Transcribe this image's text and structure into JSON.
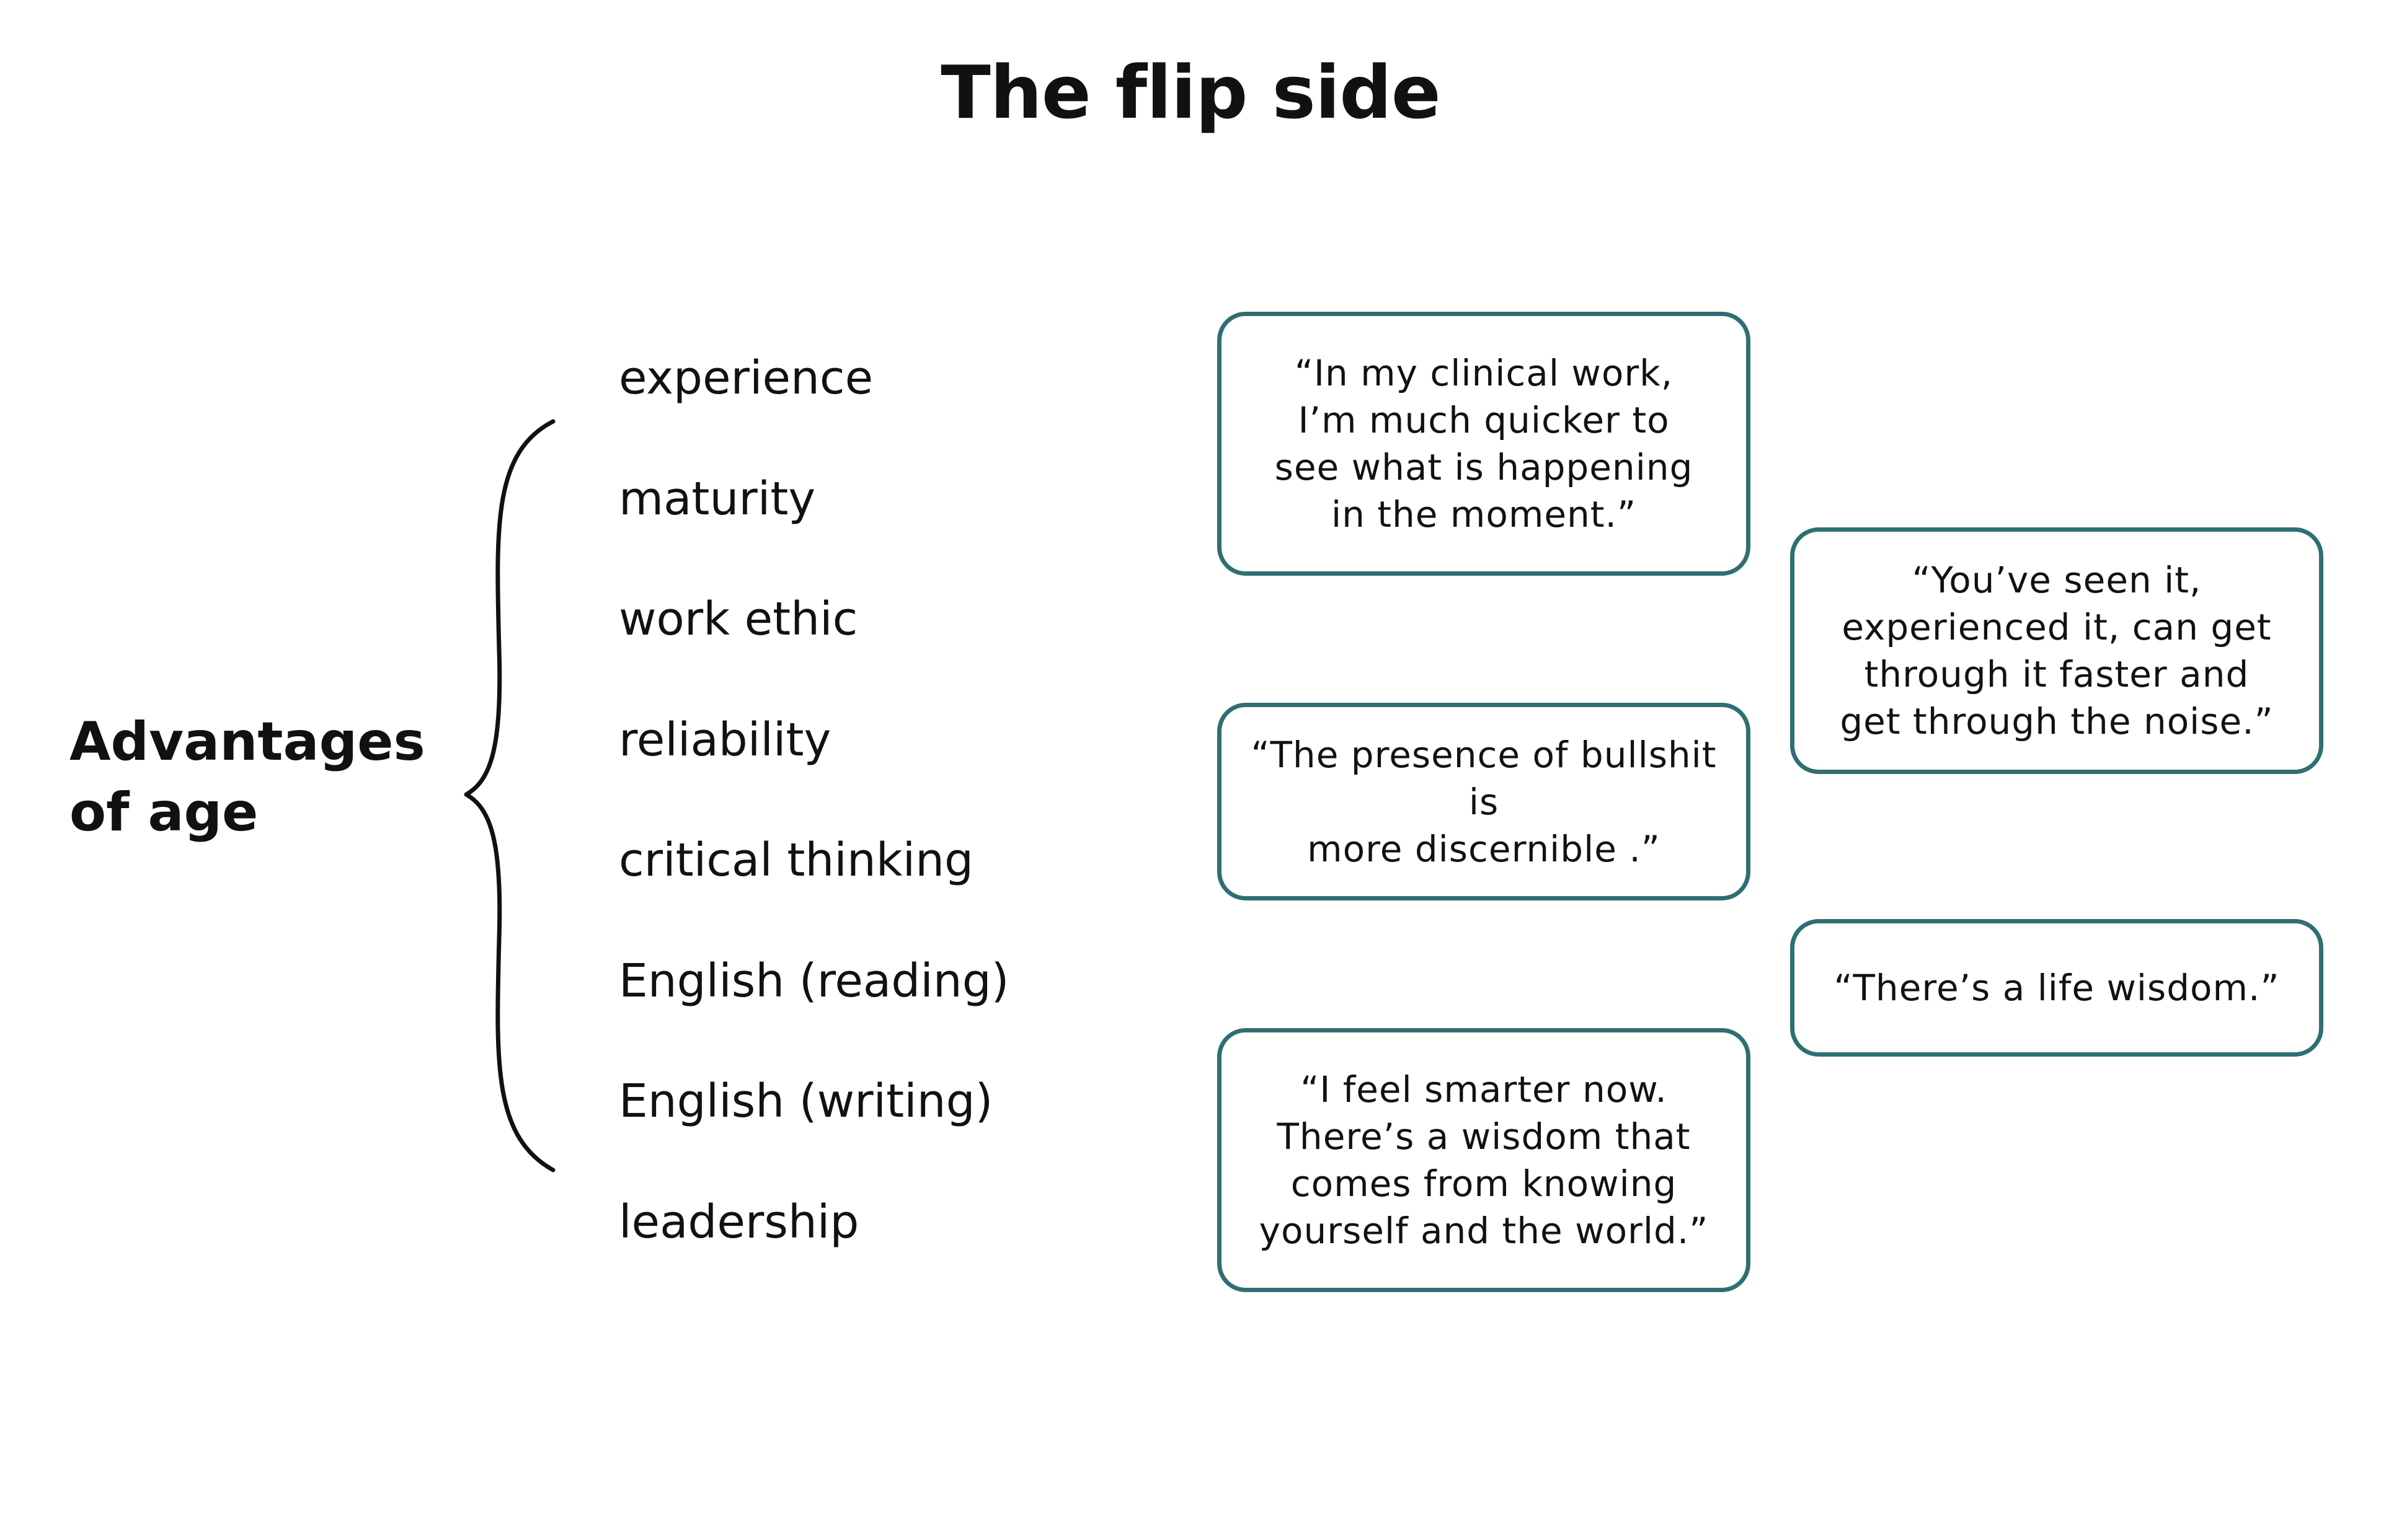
{
  "title": "The flip side",
  "main_label": {
    "line1": "Advantages",
    "line2": "of age"
  },
  "advantages": [
    "experience",
    "maturity",
    "work ethic",
    "reliability",
    "critical thinking",
    "English (reading)",
    "English (writing)",
    "leadership"
  ],
  "quotes": {
    "clinical": "“In my clinical work,\nI’m much quicker to\nsee what is happening\nin the moment.”",
    "seen_it": "“You’ve seen it,\nexperienced it, can get\nthrough it faster and\nget through the noise.”",
    "bullshit": "“The presence of bullshit is\nmore discernible .”",
    "life_wisdom": "“There’s a life wisdom.”",
    "smarter": "“I feel smarter now.\nThere’s a wisdom that\ncomes from knowing\nyourself and the world.”"
  },
  "colors": {
    "box_border": "#2f6e73",
    "text": "#111111",
    "background": "#ffffff"
  }
}
